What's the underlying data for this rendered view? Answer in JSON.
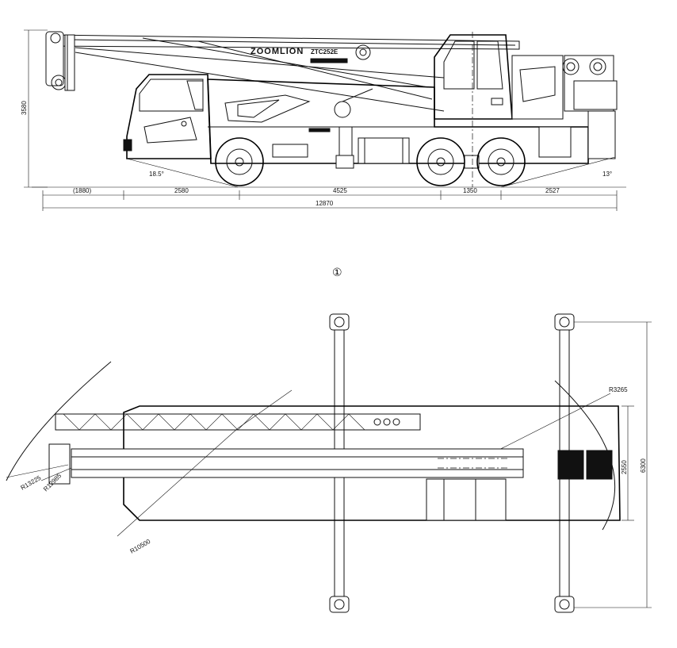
{
  "side_view": {
    "brand": "ZOOMLION",
    "model": "ZTC252E",
    "height_dim": "3580",
    "dims_bottom": [
      "(1880)",
      "2580",
      "4525",
      "1350",
      "2527"
    ],
    "overall_length": "12870",
    "approach_angle": "18.5°",
    "departure_angle": "13°"
  },
  "view_marker": "①",
  "top_view": {
    "radius_tail": "R3265",
    "radius_boom_head": "R13225",
    "radius_boom": "R12985",
    "radius_front": "R10500",
    "width_dim": "2550",
    "outrigger_span": "6300"
  }
}
